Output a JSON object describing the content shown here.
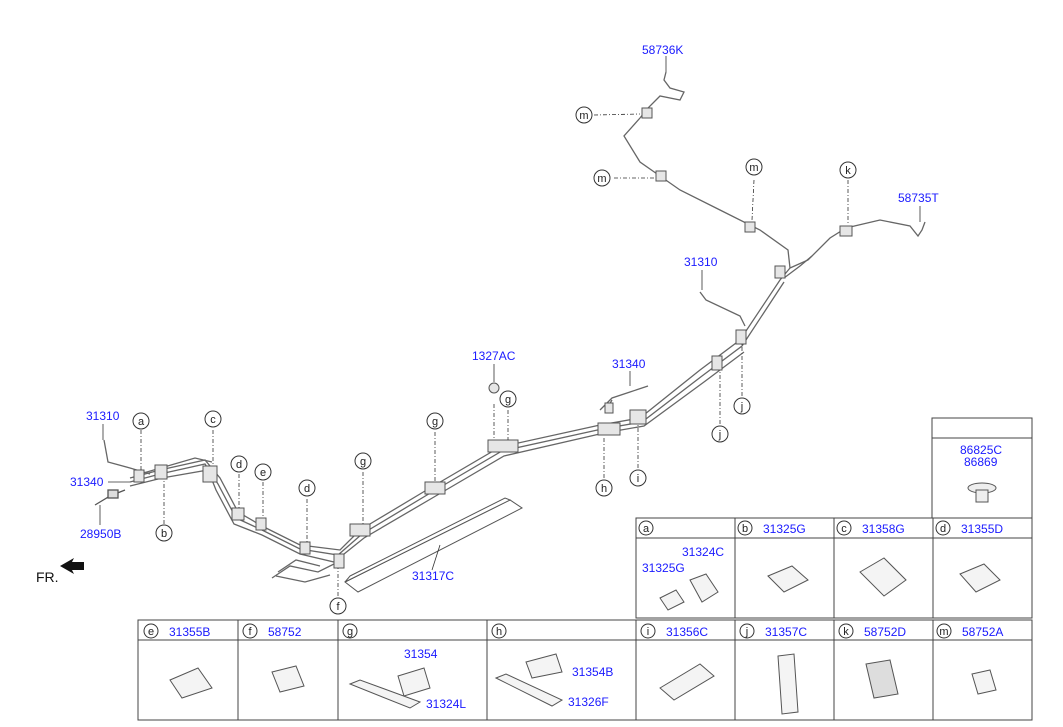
{
  "diagram": {
    "part_numbers": {
      "p31310_left": "31310",
      "p31340_left": "31340",
      "p28950B": "28950B",
      "p31310_right": "31310",
      "p1327AC": "1327AC",
      "p31340_mid": "31340",
      "p31317C": "31317C",
      "p58736K": "58736K",
      "p58735T": "58735T",
      "p86825C": "86825C",
      "p86869": "86869"
    },
    "fr_label": "FR.",
    "callouts": [
      {
        "key": "a",
        "letter": "a"
      },
      {
        "key": "b",
        "letter": "b"
      },
      {
        "key": "c",
        "letter": "c"
      },
      {
        "key": "d1",
        "letter": "d"
      },
      {
        "key": "e",
        "letter": "e"
      },
      {
        "key": "d2",
        "letter": "d"
      },
      {
        "key": "g1",
        "letter": "g"
      },
      {
        "key": "f",
        "letter": "f"
      },
      {
        "key": "g2",
        "letter": "g"
      },
      {
        "key": "g3",
        "letter": "g"
      },
      {
        "key": "h",
        "letter": "h"
      },
      {
        "key": "i",
        "letter": "i"
      },
      {
        "key": "j1",
        "letter": "j"
      },
      {
        "key": "j2",
        "letter": "j"
      },
      {
        "key": "m1",
        "letter": "m"
      },
      {
        "key": "m2",
        "letter": "m"
      },
      {
        "key": "m3",
        "letter": "m"
      },
      {
        "key": "k",
        "letter": "k"
      }
    ],
    "legend": {
      "top_row": [
        {
          "letter": "a",
          "part": "",
          "subparts": [
            "31324C",
            "31325G"
          ]
        },
        {
          "letter": "b",
          "part": "31325G"
        },
        {
          "letter": "c",
          "part": "31358G"
        },
        {
          "letter": "d",
          "part": "31355D"
        }
      ],
      "bottom_row": [
        {
          "letter": "e",
          "part": "31355B"
        },
        {
          "letter": "f",
          "part": "58752"
        },
        {
          "letter": "g",
          "part": "",
          "subparts": [
            "31354",
            "31324L"
          ]
        },
        {
          "letter": "h",
          "part": "",
          "subparts": [
            "31354B",
            "31326F"
          ]
        },
        {
          "letter": "i",
          "part": "31356C"
        },
        {
          "letter": "j",
          "part": "31357C"
        },
        {
          "letter": "k",
          "part": "58752D"
        },
        {
          "letter": "m",
          "part": "58752A"
        }
      ]
    }
  }
}
